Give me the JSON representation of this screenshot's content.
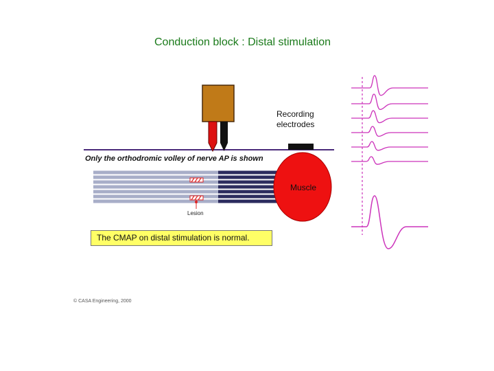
{
  "title": "Conduction block : Distal stimulation",
  "labels": {
    "recording_line1": "Recording",
    "recording_line2": "electrodes",
    "orthodromic_note": "Only the orthodromic volley of nerve AP is shown",
    "muscle": "Muscle",
    "lesion": "Lesion",
    "cmap_note": "The CMAP on distal stimulation is normal.",
    "copyright": "© CASA Engineering, 2000"
  },
  "colors": {
    "title": "#1a7a1a",
    "stimulator_body": "#c07a18",
    "electrode_cathode": "#dd1111",
    "electrode_anode": "#111111",
    "nerve_line": "#4a2a7a",
    "fiber_light": "#a8aec8",
    "fiber_dark": "#2c2c5e",
    "muscle": "#ee1111",
    "trace": "#cc33bb",
    "note_background": "#ffff66"
  },
  "traces": {
    "single_fiber_count": 6,
    "cmap_count": 1
  }
}
